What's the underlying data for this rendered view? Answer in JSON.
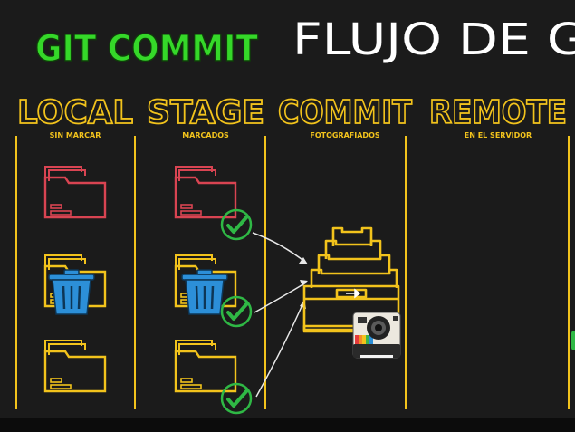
{
  "title": {
    "git_commit": "GIT COMMIT",
    "flujo": "FLUJO DE G"
  },
  "columns": [
    {
      "id": "local",
      "label": "LOCAL",
      "sublabel": "SIN MARCAR"
    },
    {
      "id": "stage",
      "label": "STAGE",
      "sublabel": "MARCADOS"
    },
    {
      "id": "commit",
      "label": "COMMIT",
      "sublabel": "FOTOGRAFIADOS"
    },
    {
      "id": "remote",
      "label": "REMOTE",
      "sublabel": "EN EL SERVIDOR"
    }
  ],
  "colors": {
    "background": "#1b1b1b",
    "accent_yellow": "#f2c31c",
    "title_green": "#35d829",
    "title_white": "#ffffff",
    "folder_red": "#d94452",
    "check_green": "#2fb845",
    "trash_blue": "#2c8fd8",
    "arrow": "#e8e8e8"
  },
  "icons": {
    "local": [
      "folder-red-icon",
      "folder-trash-icon",
      "folder-yellow-icon"
    ],
    "stage": [
      "folder-red-checked-icon",
      "folder-trash-checked-icon",
      "folder-yellow-checked-icon"
    ],
    "commit": [
      "file-cabinet-icon",
      "camera-icon"
    ]
  }
}
